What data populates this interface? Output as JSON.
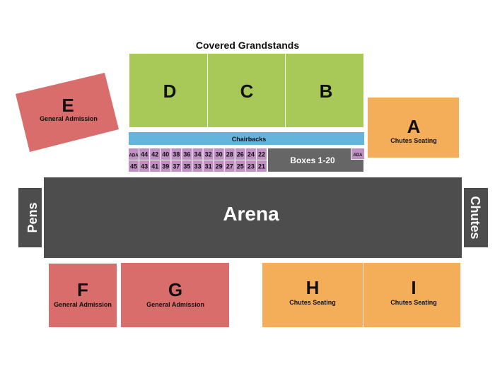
{
  "title": "Covered Grandstands",
  "colors": {
    "grandstand": "#a8c957",
    "general_admission": "#d86d6b",
    "chutes_seating": "#f4ae5a",
    "arena": "#4d4d4d",
    "chairbacks": "#64b4dc",
    "box_seat": "#c08fc4",
    "boxes": "#666666"
  },
  "sections": {
    "D": {
      "label": "D"
    },
    "C": {
      "label": "C"
    },
    "B": {
      "label": "B"
    },
    "A": {
      "label": "A",
      "sub": "Chutes Seating"
    },
    "E": {
      "label": "E",
      "sub": "General Admission"
    },
    "F": {
      "label": "F",
      "sub": "General Admission"
    },
    "G": {
      "label": "G",
      "sub": "General Admission"
    },
    "H": {
      "label": "H",
      "sub": "Chutes Seating"
    },
    "I": {
      "label": "I",
      "sub": "Chutes Seating"
    }
  },
  "chairbacks": "Chairbacks",
  "boxes": "Boxes 1-20",
  "ada_right": "ADA",
  "box_rows": [
    [
      "ADA",
      "44",
      "42",
      "40",
      "38",
      "36",
      "34",
      "32",
      "30",
      "28",
      "26",
      "24",
      "22"
    ],
    [
      "45",
      "43",
      "41",
      "39",
      "37",
      "35",
      "33",
      "31",
      "29",
      "27",
      "25",
      "23",
      "21"
    ]
  ],
  "arena": "Arena",
  "pens": "Pens",
  "chutes": "Chutes"
}
